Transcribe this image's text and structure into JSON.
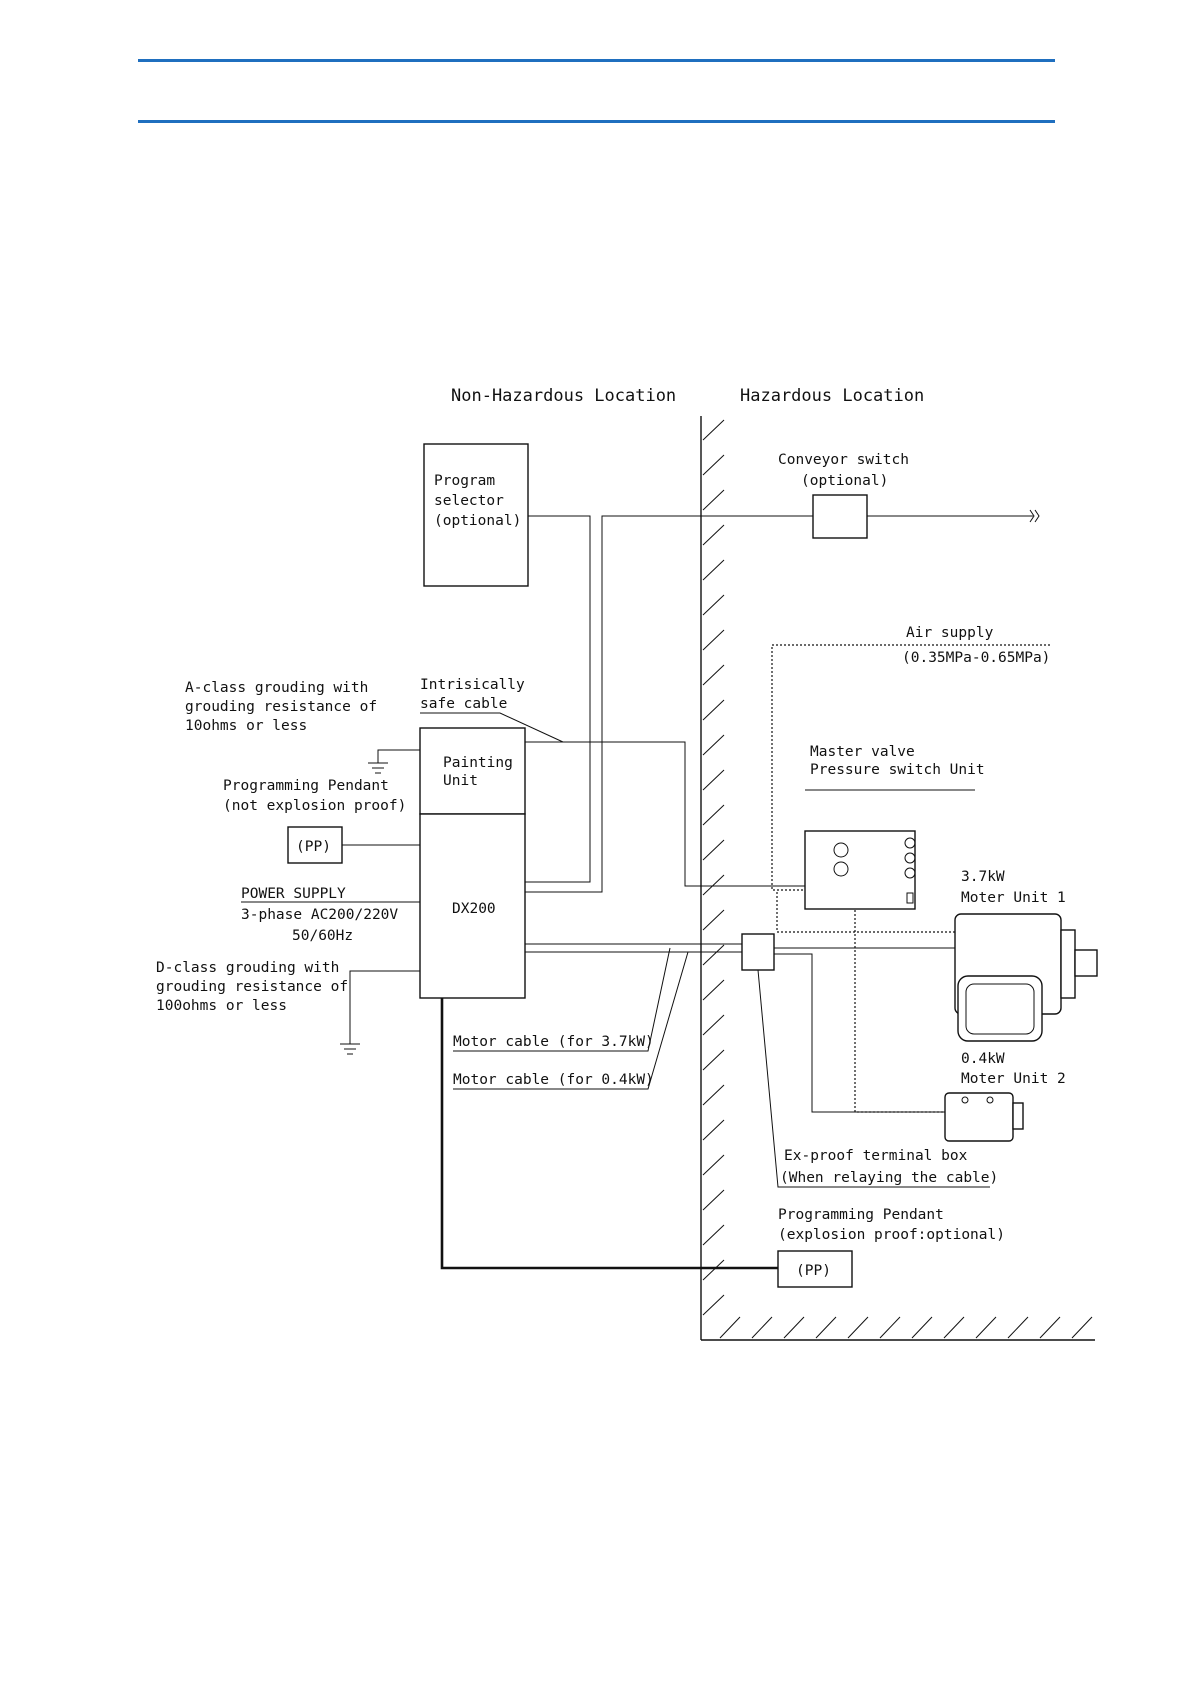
{
  "header": {
    "accent_color": "#1f6fbf"
  },
  "diagram": {
    "regions": {
      "non_hazardous": "Non-Hazardous Location",
      "hazardous": "Hazardous Location"
    },
    "program_selector": {
      "line1": "Program",
      "line2": "selector",
      "line3": "(optional)"
    },
    "conveyor_switch": {
      "line1": "Conveyor switch",
      "line2": "(optional)"
    },
    "air_supply": {
      "line1": "Air supply",
      "line2": "(0.35MPa-0.65MPa)"
    },
    "a_class_ground": {
      "line1": "A-class grouding with",
      "line2": "grouding resistance of",
      "line3": "10ohms or less"
    },
    "intrinsic_cable": {
      "line1": "Intrisically",
      "line2": "safe cable"
    },
    "painting_unit": {
      "line1": "Painting",
      "line2": "Unit"
    },
    "controller": {
      "label": "DX200"
    },
    "master_valve": {
      "line1": "Master valve",
      "line2": "Pressure switch Unit"
    },
    "pendant_left": {
      "line1": "Programming Pendant",
      "line2": "(not explosion proof)",
      "box": "(PP)"
    },
    "power_supply": {
      "line1": "POWER SUPPLY",
      "line2": "3-phase AC200/220V",
      "line3": "50/60Hz"
    },
    "motor1": {
      "line1": "3.7kW",
      "line2": "Moter Unit 1"
    },
    "motor2": {
      "line1": "0.4kW",
      "line2": "Moter Unit 2"
    },
    "d_class_ground": {
      "line1": "D-class grouding with",
      "line2": "grouding resistance of",
      "line3": "100ohms or less"
    },
    "motor_cable_1": "Motor cable (for 3.7kW)",
    "motor_cable_2": "Motor cable (for 0.4kW)",
    "terminal_box": {
      "line1": "Ex-proof terminal box",
      "line2": "(When relaying the cable)"
    },
    "pendant_right": {
      "line1": "Programming Pendant",
      "line2": "(explosion proof:optional)",
      "box": "(PP)"
    }
  }
}
